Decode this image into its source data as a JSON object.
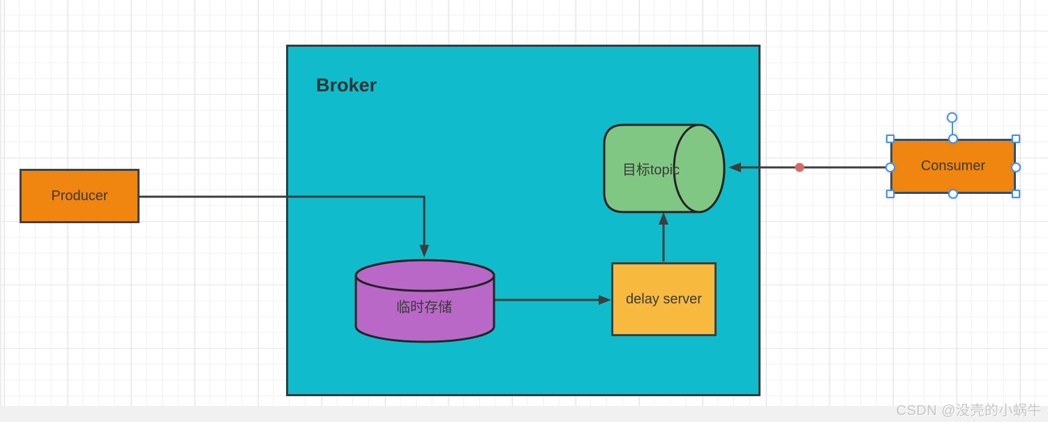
{
  "canvas": {
    "background": "#ffffff",
    "grid_minor_color": "#f0f0f2",
    "grid_major_color": "#e4e4e7",
    "margin_color": "#f1f1f2"
  },
  "nodes": {
    "broker": {
      "label": "Broker",
      "type": "container",
      "fill": "#10bccb"
    },
    "producer": {
      "label": "Producer",
      "type": "rectangle",
      "fill": "#f0850f"
    },
    "temp_storage": {
      "label": "临时存储",
      "type": "cylinder-vertical",
      "fill": "#ba68c8"
    },
    "delay_server": {
      "label": "delay server",
      "type": "rectangle",
      "fill": "#f7ba3e"
    },
    "target_topic": {
      "label": "目标topic",
      "type": "cylinder-horizontal",
      "fill": "#81c784"
    },
    "consumer": {
      "label": "Consumer",
      "type": "rectangle",
      "fill": "#f0850f",
      "selected": true
    }
  },
  "edges": [
    {
      "from": "producer",
      "to": "temp_storage",
      "style": "orthogonal-arrow"
    },
    {
      "from": "temp_storage",
      "to": "delay_server",
      "style": "straight-arrow"
    },
    {
      "from": "delay_server",
      "to": "target_topic",
      "style": "straight-arrow"
    },
    {
      "from": "consumer",
      "to": "target_topic",
      "style": "straight-arrow",
      "waypoint_color": "#d96a64"
    }
  ],
  "selection": {
    "handle_color": "#4a90e2",
    "target": "consumer"
  },
  "watermark": {
    "text": "CSDN @没壳的小蜗牛"
  }
}
